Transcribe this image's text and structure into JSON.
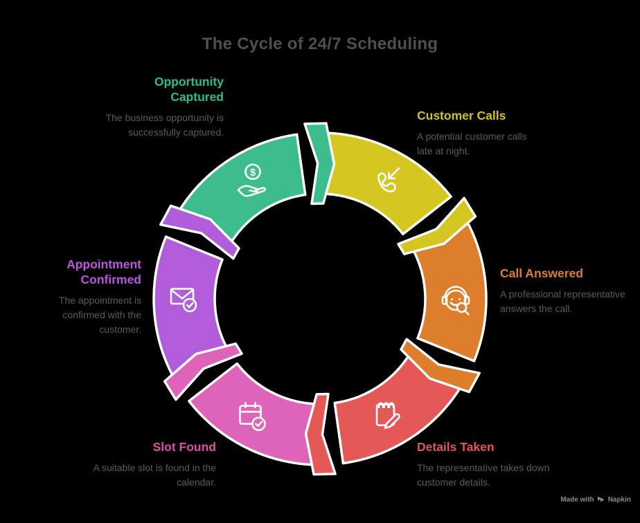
{
  "header": {
    "title": "The Cycle of 24/7 Scheduling",
    "color": "#4f4f4f"
  },
  "background": "#000000",
  "description_color": "#5b5b5b",
  "ring": {
    "stroke": "#ffffff",
    "direction": "clockwise",
    "segments": [
      {
        "id": "customer-calls",
        "label": "Customer Calls",
        "description": "A potential customer calls late at night.",
        "color": "#d5c622",
        "label_color": "#d3c41c",
        "icon": "incoming-call",
        "start_angle": 0,
        "end_angle": 60
      },
      {
        "id": "call-answered",
        "label": "Call Answered",
        "description": "A professional representative answers the call.",
        "color": "#dd7e2c",
        "label_color": "#dd7e2c",
        "icon": "headset-agent",
        "start_angle": 60,
        "end_angle": 120
      },
      {
        "id": "details-taken",
        "label": "Details Taken",
        "description": "The representative takes down customer details.",
        "color": "#e45858",
        "label_color": "#e25555",
        "icon": "notepad-pencil",
        "start_angle": 120,
        "end_angle": 180
      },
      {
        "id": "slot-found",
        "label": "Slot Found",
        "description": "A suitable slot is found in the calendar.",
        "color": "#de64b9",
        "label_color": "#de4da6",
        "icon": "calendar-check",
        "start_angle": 180,
        "end_angle": 240
      },
      {
        "id": "appointment-confirmed",
        "label": "Appointment Confirmed",
        "description": "The appointment is confirmed with the customer.",
        "color": "#b15ddb",
        "label_color": "#bb54e0",
        "icon": "envelope-check",
        "start_angle": 240,
        "end_angle": 300
      },
      {
        "id": "opportunity-captured",
        "label": "Opportunity Captured",
        "description": "The business opportunity is successfully captured.",
        "color": "#3dbd8c",
        "label_color": "#2dbd8a",
        "icon": "hand-coin",
        "start_angle": 300,
        "end_angle": 360
      }
    ]
  },
  "watermark": {
    "prefix": "Made with",
    "brand": "Napkin",
    "color": "#8c8c8c"
  }
}
